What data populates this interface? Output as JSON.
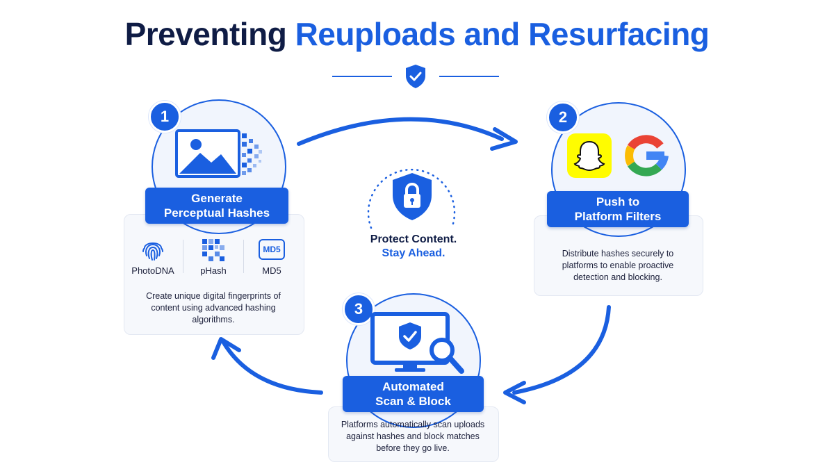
{
  "title": {
    "part1": "Preventing ",
    "part2": "Reuploads and Resurfacing"
  },
  "center": {
    "line1": "Protect Content.",
    "line2": "Stay Ahead."
  },
  "steps": [
    {
      "number": "1",
      "label_line1": "Generate",
      "label_line2": "Perceptual Hashes",
      "algorithms": [
        {
          "name": "PhotoDNA",
          "icon": "fingerprint-icon"
        },
        {
          "name": "pHash",
          "icon": "pixel-grid-icon"
        },
        {
          "name": "MD5",
          "icon": "md5-icon",
          "icon_text": "MD5"
        }
      ],
      "description": [
        "Create unique digital fingerprints of",
        "content using advanced hashing",
        "algorithms."
      ]
    },
    {
      "number": "2",
      "label_line1": "Push to",
      "label_line2": "Platform Filters",
      "logos": [
        "snapchat-logo",
        "google-logo"
      ],
      "description": [
        "Distribute hashes securely to",
        "platforms to enable proactive",
        "detection and blocking."
      ]
    },
    {
      "number": "3",
      "label_line1": "Automated",
      "label_line2": "Scan & Block",
      "description": [
        "Platforms automatically scan uploads",
        "against hashes and block matches",
        "before they go live."
      ]
    }
  ],
  "colors": {
    "accent": "#1a5fe0",
    "dark": "#0f1c45",
    "snap_yellow": "#fffc00"
  }
}
